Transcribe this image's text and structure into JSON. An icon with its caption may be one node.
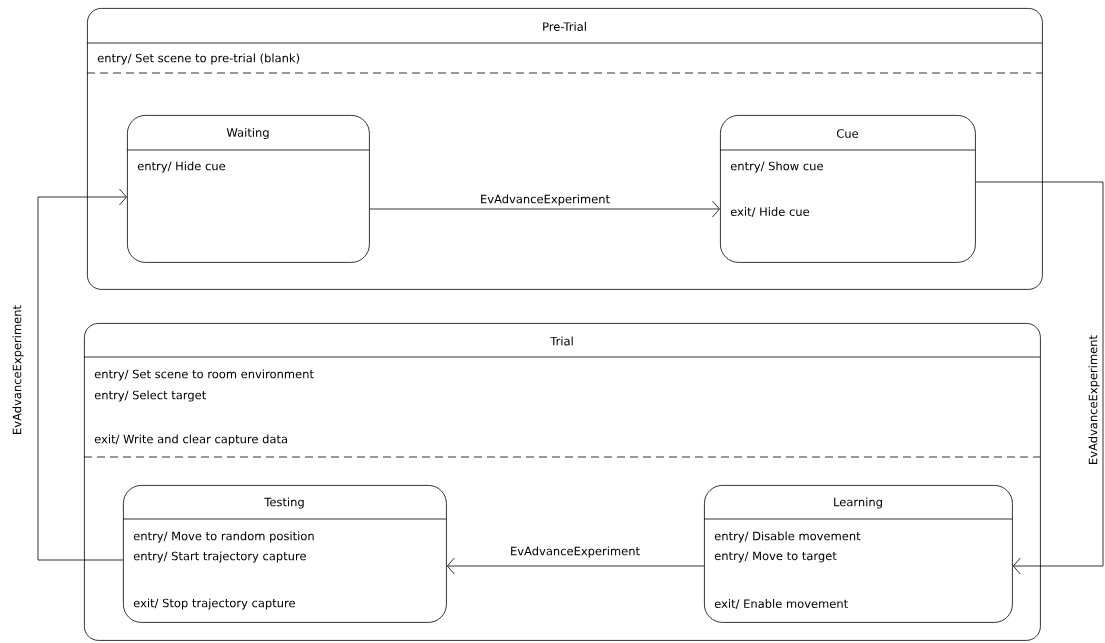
{
  "diagram": {
    "nodes": [
      {
        "text": [
          "Pre-Trial",
          "entry/ Set scene to pre-trial (blank)"
        ]
      },
      {
        "text": [
          "Waiting",
          "entry/ Hide cue"
        ],
        "in": 0
      },
      {
        "text": [
          "Cue",
          "entry/ Show cue",
          "exit/ Hide cue"
        ],
        "in": 0
      },
      {
        "text": [
          "Trial",
          "entry/ Set scene to room environment",
          "entry/ Select target",
          "exit/ Write and clear capture data"
        ]
      },
      {
        "text": [
          "Testing",
          "entry/ Move to random position",
          "entry/ Start trajectory capture",
          "exit/ Stop trajectory capture"
        ],
        "in": 3
      },
      {
        "text": [
          "Learning",
          "entry/ Disable movement",
          "entry/ Move to target",
          "exit/ Enable movement"
        ],
        "in": 3
      }
    ],
    "edges": [
      {
        "from": 1,
        "to": 2,
        "arrow": "to",
        "label": "EvAdvanceExperiment"
      },
      {
        "from": 2,
        "to": 5,
        "arrow": "to",
        "label": "EvAdvanceExperiment"
      },
      {
        "from": 5,
        "to": 4,
        "arrow": "to",
        "label": "EvAdvanceExperiment"
      },
      {
        "from": 4,
        "to": 1,
        "arrow": "to",
        "label": "EvAdvanceExperiment"
      }
    ]
  }
}
